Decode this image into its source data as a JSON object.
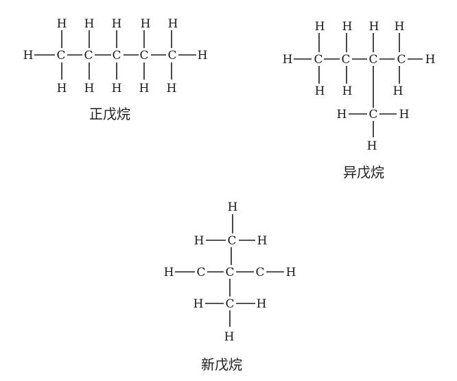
{
  "atoms": {
    "hydrogen": "H",
    "carbon": "C"
  },
  "captions": {
    "n_pentane": "正戊烷",
    "isopentane": "异戊烷",
    "neopentane": "新戊烷"
  },
  "colors": {
    "ink": "#1a1a1a",
    "background": "#ffffff"
  }
}
